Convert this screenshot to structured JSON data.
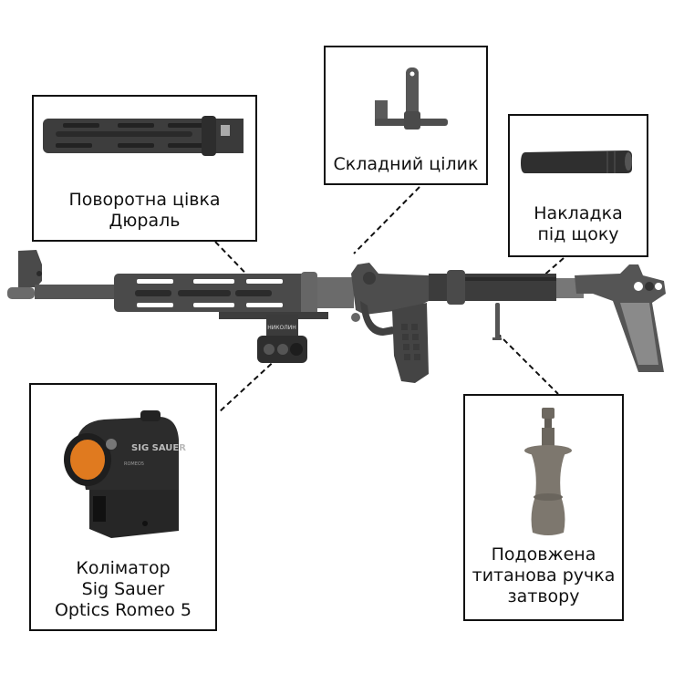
{
  "title": "Rifle accessories diagram",
  "callouts": [
    {
      "id": "handguard",
      "lines": [
        "Поворотна цівка",
        "Дюраль"
      ],
      "part_icon": "rotating-handguard-image"
    },
    {
      "id": "rear-sight",
      "lines": [
        "Складний цілик"
      ],
      "part_icon": "folding-rear-sight-image"
    },
    {
      "id": "cheek-rest",
      "lines": [
        "Накладка",
        "під щоку"
      ],
      "part_icon": "cheek-rest-tube-image"
    },
    {
      "id": "red-dot",
      "lines": [
        "Коліматор",
        "Sig Sauer",
        "Optics Romeo 5"
      ],
      "part_icon": "red-dot-sight-image",
      "brand_text": "SIG SAUER",
      "model_text": "ROMEO5"
    },
    {
      "id": "charging-handle",
      "lines": [
        "Подовжена",
        "титанова ручка",
        "затвору"
      ],
      "part_icon": "titanium-charging-handle-image"
    }
  ],
  "rifle": {
    "part_icon": "folding-carbine-image",
    "optic_label": "НИКОЛИН"
  },
  "colors": {
    "border": "#111111",
    "metal_dark": "#3a3a3a",
    "metal_mid": "#5c5c5c",
    "lens": "#e07a1f",
    "titanium": "#7d776e"
  }
}
